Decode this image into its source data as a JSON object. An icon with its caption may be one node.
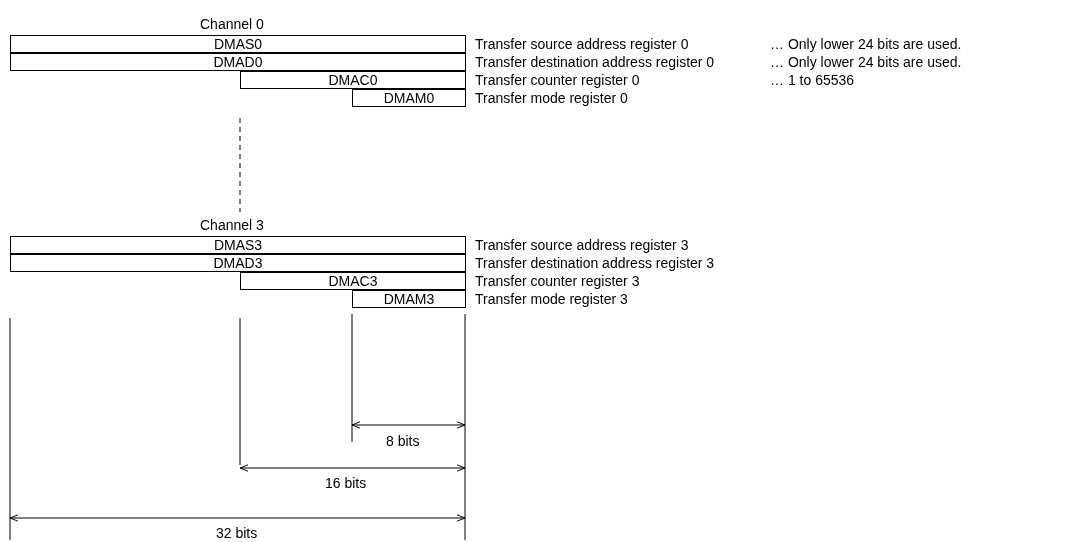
{
  "diagram": {
    "nodes": [
      {
        "text": [
          "DMAS0"
        ],
        "beside": [
          "Transfer source address register 0"
        ]
      },
      {
        "text": [
          "DMAD0"
        ],
        "beside": [
          "Transfer destination address register 0"
        ]
      },
      {
        "text": [
          "DMAC0"
        ],
        "beside": [
          "Transfer counter register 0"
        ]
      },
      {
        "text": [
          "DMAM0"
        ],
        "beside": [
          "Transfer mode register 0"
        ]
      },
      {
        "text": [
          "DMAS3"
        ],
        "beside": [
          "Transfer source address register 3"
        ]
      },
      {
        "text": [
          "DMAD3"
        ],
        "beside": [
          "Transfer destination address register 3"
        ]
      },
      {
        "text": [
          "DMAC3"
        ],
        "beside": [
          "Transfer counter register 3"
        ]
      },
      {
        "text": [
          "DMAM3"
        ],
        "beside": [
          "Transfer mode register 3"
        ]
      }
    ],
    "labels": [
      "Channel 0",
      "… Only lower 24 bits are used.",
      "… Only lower 24 bits are used.",
      "… 1 to 65536",
      "Channel 3",
      "8 bits",
      "16 bits",
      "32 bits"
    ]
  }
}
